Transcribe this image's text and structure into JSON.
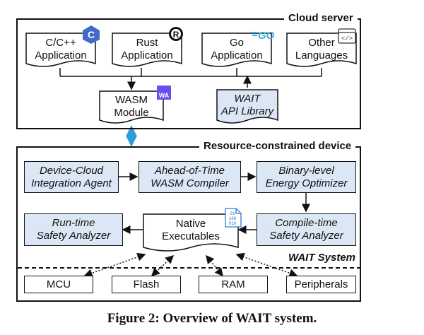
{
  "cloud": {
    "title": "Cloud server",
    "apps": [
      "C/C++\nApplication",
      "Rust\nApplication",
      "Go\nApplication",
      "Other\nLanguages"
    ],
    "wasm_module": "WASM\nModule",
    "wasm_badge": "WA",
    "api_library": "WAIT\nAPI Library"
  },
  "device": {
    "title": "Resource-constrained device",
    "integration_agent": "Device-Cloud\nIntegration Agent",
    "aot_compiler": "Ahead-of-Time\nWASM Compiler",
    "energy_optimizer": "Binary-level\nEnergy Optimizer",
    "runtime_analyzer": "Run-time\nSafety Analyzer",
    "native_exec": "Native\nExecutables",
    "compile_analyzer": "Compile-time\nSafety Analyzer",
    "system_label": "WAIT System",
    "binary_icon_text": "01\n100\n010",
    "hardware": [
      "MCU",
      "Flash",
      "RAM",
      "Peripherals"
    ]
  },
  "icons": {
    "cpp": "c-plus-plus-logo-icon",
    "rust": "rust-logo-icon",
    "go": "go-logo-icon",
    "code": "code-window-icon",
    "wasm": "wasm-logo-icon",
    "binary": "binary-file-icon"
  },
  "colors": {
    "accent_box": "#dbe7f5",
    "link_arrow": "#2a9fd6",
    "cpp_logo": "#3f6cc9",
    "wasm_logo": "#654ff0"
  },
  "caption": "Figure 2: Overview of WAIT system."
}
